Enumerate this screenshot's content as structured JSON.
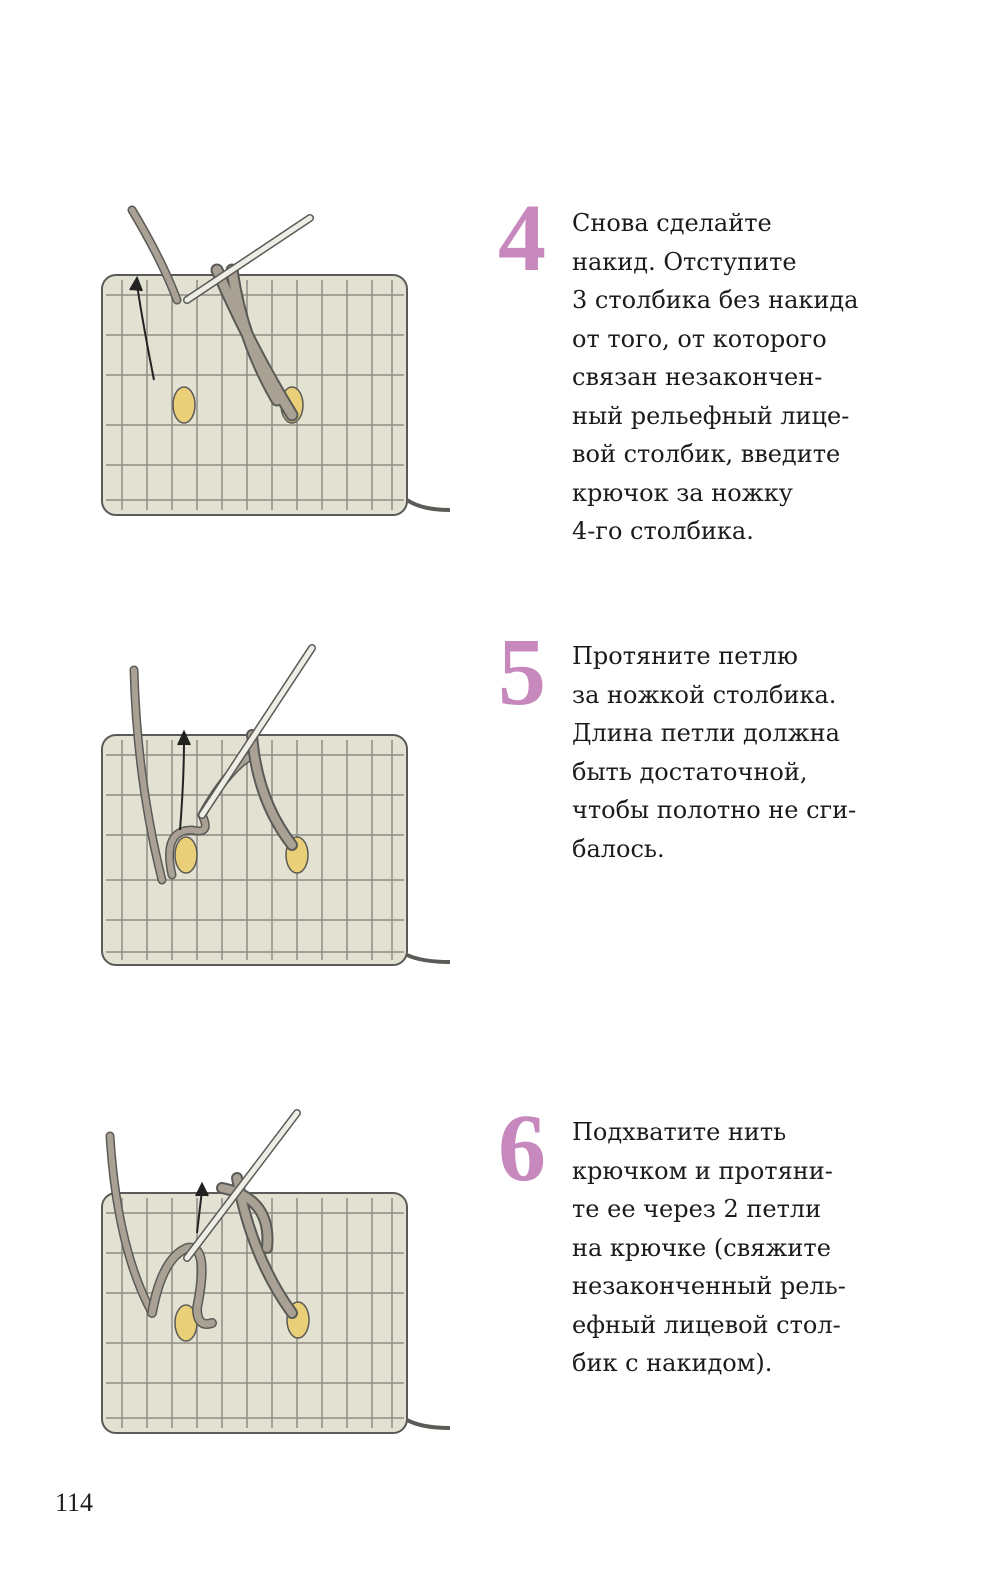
{
  "steps": [
    {
      "number": "4",
      "text": "Снова сделайте\nнакид. Отступите\n3 столбика без накида\nот того, от которого\nсвязан незакончен-\nный рельефный лице-\nвой столбик, введите\nкрючок за ножку\n4-го столбика."
    },
    {
      "number": "5",
      "text": "Протяните петлю\nза ножкой столбика.\nДлина петли должна\nбыть достаточной,\nчтобы полотно не сги-\nбалось."
    },
    {
      "number": "6",
      "text": "Подхватите нить\nкрючком и протяни-\nте ее через 2 петли\nна крючке (свяжите\nнезаконченный рель-\nефный лицевой стол-\nбик с накидом)."
    }
  ],
  "page_number": "114",
  "colors": {
    "accent": "#c688bd",
    "yarn": "#e3e1d2",
    "working_yarn": "#aaa195",
    "highlight": "#e9cf78"
  }
}
